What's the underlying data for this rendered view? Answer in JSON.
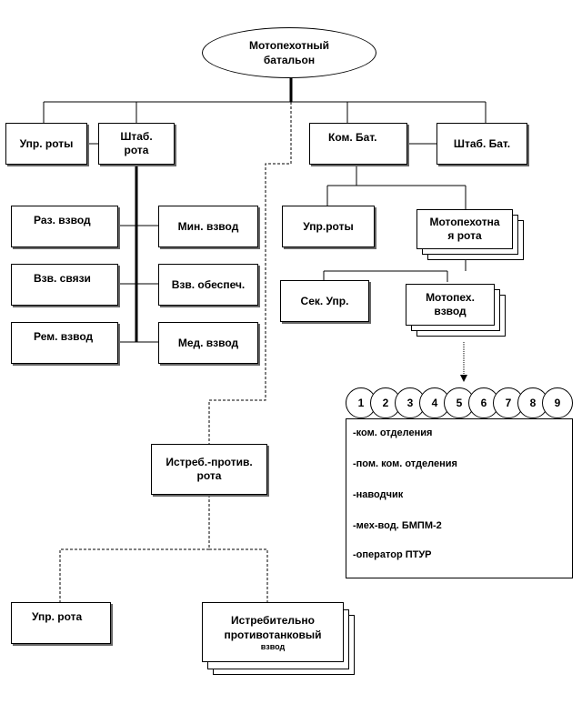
{
  "root": "Мотопехотный батальон",
  "left_branch": {
    "upr_roty": "Упр. роты",
    "shtab_rota": [
      "Штаб.",
      "рота"
    ],
    "platoons_left": [
      "Раз. взвод",
      "Взв. связи",
      "Рем. взвод"
    ],
    "platoons_right": [
      "Мин. взвод",
      "Взв. обеспеч.",
      "Мед. взвод"
    ]
  },
  "right_branch": {
    "kom_bat": "Ком. Бат.",
    "shtab_bat": "Штаб. Бат.",
    "upr_roty": "Упр.роты",
    "moto_rota": [
      "Мотопехотна",
      "я рота"
    ],
    "sek_upr": "Сек. Упр.",
    "moto_vzvod": [
      "Мотопех.",
      "взвод"
    ]
  },
  "squad": {
    "numbers": [
      "1",
      "2",
      "3",
      "4",
      "5",
      "6",
      "7",
      "8",
      "9"
    ],
    "duties": [
      "-ком. отделения",
      "-пом. ком. отделения",
      "-наводчик",
      "-мех-вод. БМПМ-2",
      "-оператор ПТУР"
    ]
  },
  "antitank": {
    "rota": [
      "Истреб.-против.",
      "рота"
    ],
    "upr_rota": "Упр. рота",
    "vzvod": [
      "Истребительно",
      "противотанковый",
      "взвод"
    ]
  }
}
